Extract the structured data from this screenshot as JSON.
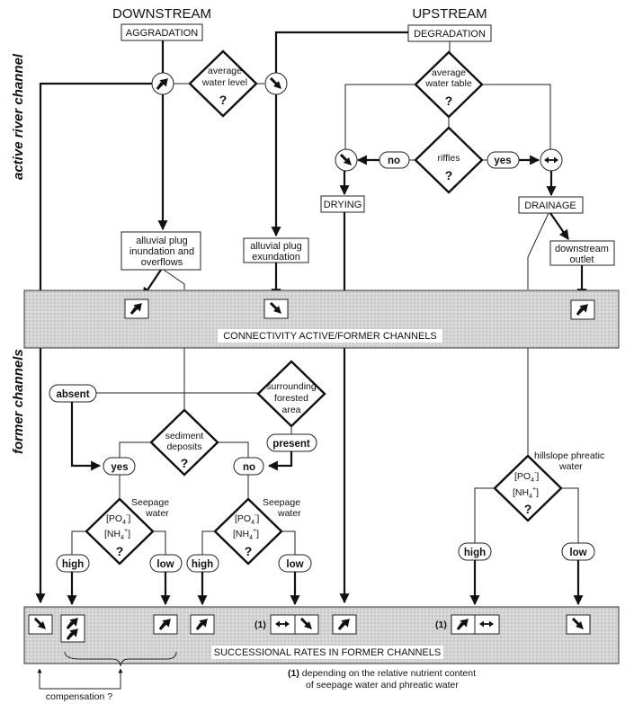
{
  "diagram": {
    "side_labels": {
      "active": "active  river  channel",
      "former": "former channels"
    },
    "downstream": {
      "title": "DOWNSTREAM",
      "process": "AGGRADATION",
      "decision": {
        "line1": "average",
        "line2": "water level",
        "q": "?"
      },
      "outcome_left": {
        "line1": "alluvial plug",
        "line2": "inundation and",
        "line3": "overflows"
      },
      "outcome_right": {
        "line1": "alluvial plug",
        "line2": "exundation"
      }
    },
    "upstream": {
      "title": "UPSTREAM",
      "process": "DEGRADATION",
      "decision": {
        "line1": "average",
        "line2": "water table",
        "q": "?"
      },
      "riffles": {
        "label": "riffles",
        "q": "?"
      },
      "no_label": "no",
      "yes_label": "yes",
      "drying": "DRYING",
      "drainage": "DRAINAGE",
      "outlet": {
        "line1": "downstream",
        "line2": "outlet"
      }
    },
    "connectivity_band": {
      "label": "CONNECTIVITY ACTIVE/FORMER CHANNELS",
      "icons": [
        "increase-arrow",
        "decrease-arrow",
        "increase-arrow"
      ]
    },
    "former": {
      "absent": "absent",
      "present": "present",
      "forest": {
        "line1": "surrounding",
        "line2": "forested",
        "line3": "area"
      },
      "sediment": {
        "line1": "sediment",
        "line2": "deposits",
        "q": "?"
      },
      "yes_label": "yes",
      "no_label": "no",
      "seepage_label": {
        "line1": "Seepage",
        "line2": "water"
      },
      "nutrients": {
        "po4": "[PO",
        "po4_sub": "4",
        "po4_sup": "-",
        "close": "]",
        "nh4": "[NH",
        "nh4_sub": "4",
        "nh4_sup": "+",
        "q": "?"
      },
      "hillslope_label": {
        "line1": "hillslope phreatic",
        "line2": "water"
      },
      "high": "high",
      "low": "low"
    },
    "successional_band": {
      "label": "SUCCESSIONAL RATES IN FORMER CHANNELS",
      "footnote_marker": "(1)",
      "icons": [
        "decrease-arrow",
        "double-increase-arrow",
        "increase-arrow",
        "increase-arrow",
        "stable-arrow+decrease-arrow",
        "increase-arrow",
        "increase-arrow+stable-arrow",
        "decrease-arrow"
      ]
    },
    "compensation": "compensation ?",
    "footnote": {
      "marker": "(1)",
      "line1": " depending on the relative nutrient content",
      "line2": "of seepage water and phreatic water"
    }
  }
}
